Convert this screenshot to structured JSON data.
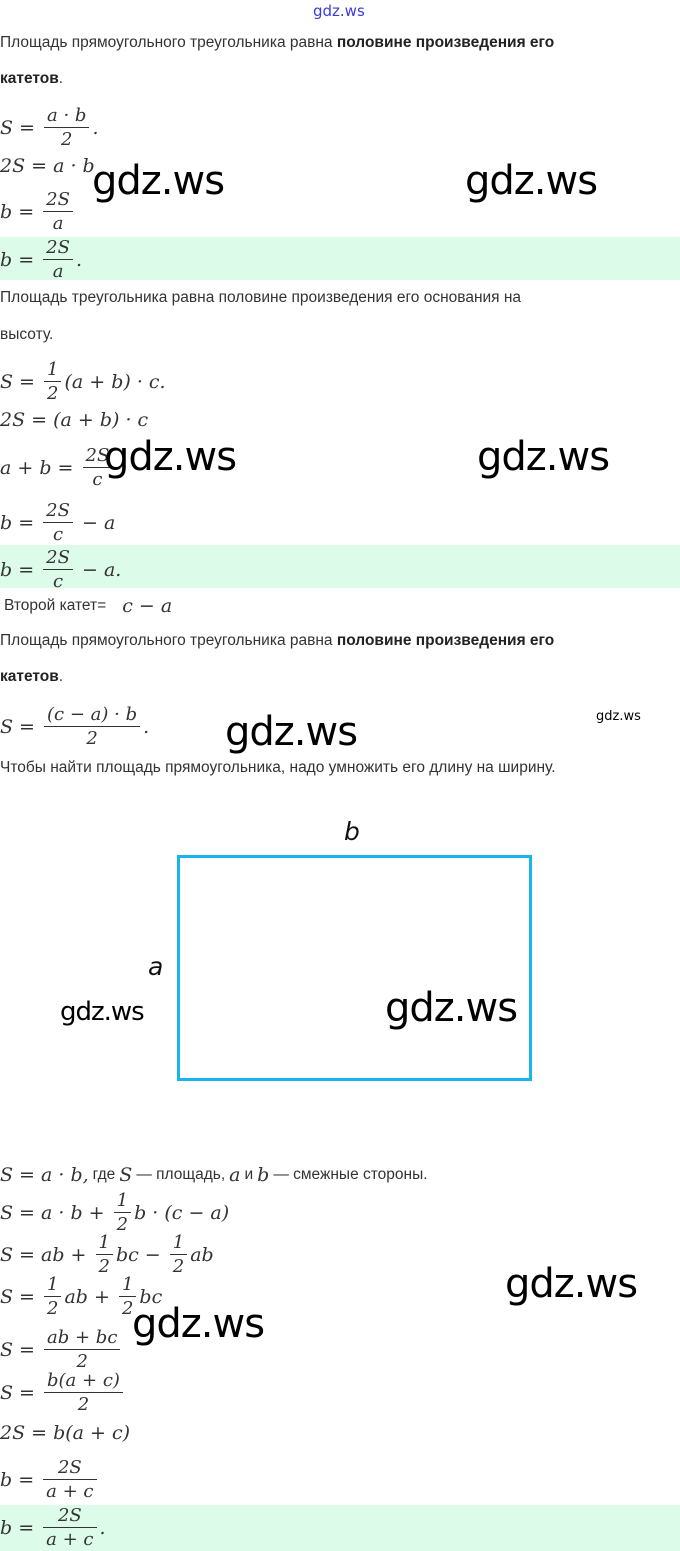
{
  "header_watermark": "gdz.ws",
  "watermark": "gdz.ws",
  "colors": {
    "highlight": "#dcfbe9",
    "rectangle": "#17b5ea",
    "header_link": "#3a3adf"
  },
  "paragraphs": {
    "p1": [
      {
        "t": "Площадь прямоугольного треугольника равна "
      },
      {
        "b": "половине произведения его"
      }
    ],
    "p1b": [
      {
        "b": "катетов"
      },
      {
        "t": "."
      }
    ],
    "p2": [
      {
        "t": "Площадь треугольника равна половине произведения его основания на"
      }
    ],
    "p2b": [
      {
        "t": "высоту."
      }
    ],
    "p3": [
      {
        "t": "Площадь прямоугольного треугольника равна "
      },
      {
        "b": "половине произведения его"
      }
    ],
    "p3b": [
      {
        "b": "катетов"
      },
      {
        "t": "."
      }
    ],
    "p4": [
      {
        "t": "Чтобы найти площадь прямоугольника, надо умножить его длину на ширину."
      }
    ]
  },
  "formulas": {
    "f1": [
      {
        "m": "S = "
      },
      {
        "n": "a · b",
        "d": "2"
      },
      {
        "m": "."
      }
    ],
    "f2": [
      {
        "m": "2S = a · b"
      }
    ],
    "f3": [
      {
        "m": "b = "
      },
      {
        "n": "2S",
        "d": "a"
      }
    ],
    "f4": [
      {
        "m": "b = "
      },
      {
        "n": "2S",
        "d": "a"
      },
      {
        "m": "."
      }
    ],
    "f5": [
      {
        "m": "S = "
      },
      {
        "n": "1",
        "d": "2"
      },
      {
        "m": "(a + b) · c."
      }
    ],
    "f6": [
      {
        "m": "2S = (a + b) · c"
      }
    ],
    "f7": [
      {
        "m": "a + b = "
      },
      {
        "n": "2S",
        "d": "c"
      }
    ],
    "f8": [
      {
        "m": "b = "
      },
      {
        "n": "2S",
        "d": "c"
      },
      {
        "m": " − a"
      }
    ],
    "f9": [
      {
        "m": "b = "
      },
      {
        "n": "2S",
        "d": "c"
      },
      {
        "m": " − a."
      }
    ],
    "f10": [
      {
        "t": "Второй катет="
      },
      {
        "m": "  c − a"
      }
    ],
    "f11": [
      {
        "m": "S = "
      },
      {
        "n": "(c − a) · b",
        "d": "2"
      },
      {
        "m": "."
      }
    ],
    "f12": [
      {
        "m": "S = a · b,"
      },
      {
        "t": "где"
      },
      {
        "m": "S"
      },
      {
        "t": "— площадь,"
      },
      {
        "m": "a"
      },
      {
        "t": "и"
      },
      {
        "m": "b"
      },
      {
        "t": "— смежные стороны."
      }
    ],
    "f13": [
      {
        "m": "S = a · b + "
      },
      {
        "n": "1",
        "d": "2"
      },
      {
        "m": "b · (c − a)"
      }
    ],
    "f14": [
      {
        "m": "S = ab + "
      },
      {
        "n": "1",
        "d": "2"
      },
      {
        "m": "bc − "
      },
      {
        "n": "1",
        "d": "2"
      },
      {
        "m": "ab"
      }
    ],
    "f15": [
      {
        "m": "S = "
      },
      {
        "n": "1",
        "d": "2"
      },
      {
        "m": "ab + "
      },
      {
        "n": "1",
        "d": "2"
      },
      {
        "m": "bc"
      }
    ],
    "f16": [
      {
        "m": "S = "
      },
      {
        "n": "ab + bc",
        "d": "2"
      }
    ],
    "f17": [
      {
        "m": "S = "
      },
      {
        "n": "b(a + c)",
        "d": "2"
      }
    ],
    "f18": [
      {
        "m": "2S = b(a + c)"
      }
    ],
    "f19": [
      {
        "m": "b = "
      },
      {
        "n": "2S",
        "d": "a + c"
      }
    ],
    "f20": [
      {
        "m": "b = "
      },
      {
        "n": "2S",
        "d": "a + c"
      },
      {
        "m": "."
      }
    ]
  },
  "diagram": {
    "side_top": "b",
    "side_left": "a"
  }
}
